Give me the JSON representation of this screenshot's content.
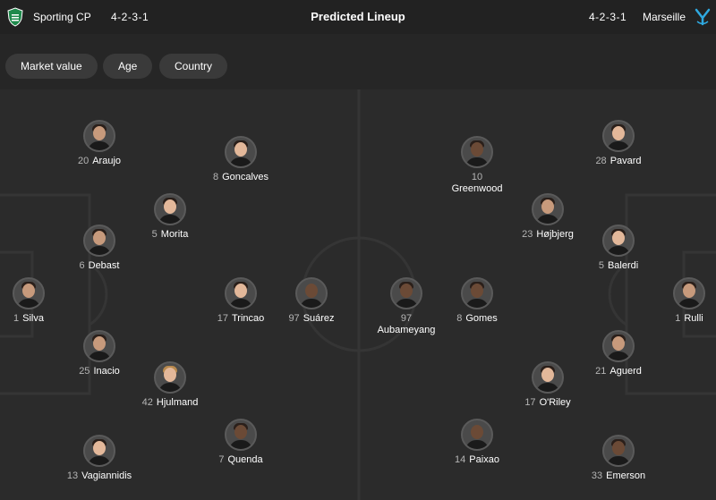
{
  "header": {
    "title": "Predicted Lineup",
    "home_team": "Sporting CP",
    "home_formation": "4-2-3-1",
    "away_team": "Marseille",
    "away_formation": "4-2-3-1",
    "home_color": "#1f8a4c",
    "away_color": "#2fa9e0"
  },
  "filters": [
    "Market value",
    "Age",
    "Country"
  ],
  "home_players": [
    {
      "number": "20",
      "name": "Araujo"
    },
    {
      "number": "8",
      "name": "Goncalves"
    },
    {
      "number": "5",
      "name": "Morita"
    },
    {
      "number": "6",
      "name": "Debast"
    },
    {
      "number": "1",
      "name": "Silva"
    },
    {
      "number": "17",
      "name": "Trincao"
    },
    {
      "number": "97",
      "name": "Suárez"
    },
    {
      "number": "25",
      "name": "Inacio"
    },
    {
      "number": "42",
      "name": "Hjulmand"
    },
    {
      "number": "7",
      "name": "Quenda"
    },
    {
      "number": "13",
      "name": "Vagiannidis"
    }
  ],
  "away_players": [
    {
      "number": "28",
      "name": "Pavard"
    },
    {
      "number": "10",
      "name": "Greenwood"
    },
    {
      "number": "23",
      "name": "Højbjerg"
    },
    {
      "number": "5",
      "name": "Balerdi"
    },
    {
      "number": "97",
      "name": "Aubameyang"
    },
    {
      "number": "8",
      "name": "Gomes"
    },
    {
      "number": "1",
      "name": "Rulli"
    },
    {
      "number": "21",
      "name": "Aguerd"
    },
    {
      "number": "17",
      "name": "O'Riley"
    },
    {
      "number": "14",
      "name": "Paixao"
    },
    {
      "number": "33",
      "name": "Emerson"
    }
  ]
}
